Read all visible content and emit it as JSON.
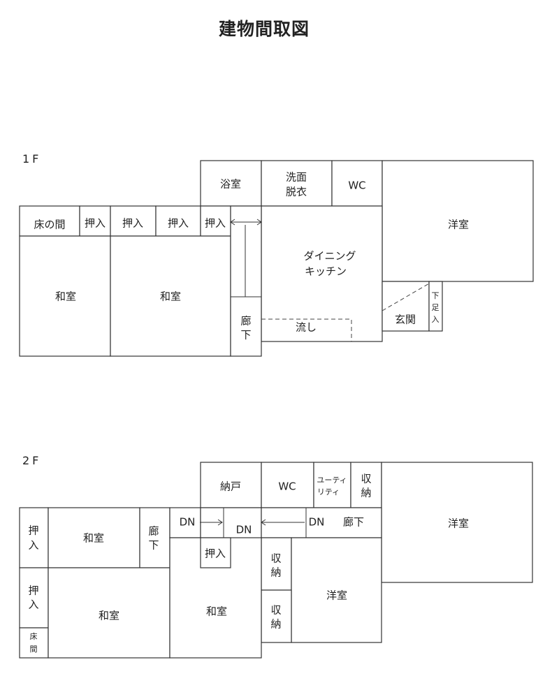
{
  "title": "建物間取図",
  "floors": {
    "f1": {
      "label": "1F",
      "rooms": {
        "bath": "浴室",
        "washroom_line1": "洗面",
        "washroom_line2": "脱衣",
        "wc": "WC",
        "western": "洋室",
        "tokonoma": "床の間",
        "closet1": "押入",
        "closet2": "押入",
        "closet3": "押入",
        "closet4": "押入",
        "dining_line1": "ダイニング",
        "dining_line2": "キッチン",
        "japanese1": "和室",
        "japanese2": "和室",
        "corridor_line1": "廊",
        "corridor_line2": "下",
        "sink": "流し",
        "entrance": "玄関",
        "shoebox_1": "下",
        "shoebox_2": "足",
        "shoebox_3": "入"
      }
    },
    "f2": {
      "label": "2F",
      "rooms": {
        "storage": "納戸",
        "wc": "WC",
        "utility_line1": "ユーティ",
        "utility_line2": "リティ",
        "storage_r_1": "収",
        "storage_r_2": "納",
        "western1": "洋室",
        "closet_l_1": "押",
        "closet_l_2": "入",
        "japanese_top": "和室",
        "corridor_l_1": "廊",
        "corridor_l_2": "下",
        "dn1": "DN",
        "dn2": "DN",
        "dn3": "DN",
        "corridor_r": "廊下",
        "closet_c": "押入",
        "storage_c1_1": "収",
        "storage_c1_2": "納",
        "western2": "洋室",
        "closet_l2_1": "押",
        "closet_l2_2": "入",
        "japanese_bottom": "和室",
        "japanese_center": "和室",
        "storage_c2_1": "収",
        "storage_c2_2": "納",
        "toko_1": "床",
        "toko_2": "間"
      }
    }
  }
}
